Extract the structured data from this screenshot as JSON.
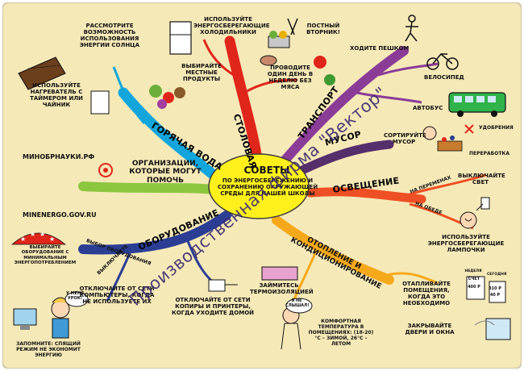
{
  "center": {
    "title": "Советы",
    "subtitle": "по энергосбережению и сохранению окружающей среды для нашей школы"
  },
  "colors": {
    "background": "#f6e9b8",
    "center_fill": "#fff01c",
    "canteen": "#e0261b",
    "hot_water": "#12a6dd",
    "organizations": "#8cc63f",
    "equipment": "#2b3e94",
    "heating": "#f5a91a",
    "lighting": "#ef4f24",
    "garbage": "#552e6c",
    "transport": "#8a3c97"
  },
  "branches": {
    "canteen": "Столовая",
    "hot_water": "Горячая вода",
    "organizations": "Организации, которые могут помочь",
    "equipment": "Оборудование",
    "heating": "Отопление и кондиционирование",
    "lighting": "Освещение",
    "garbage": "Мусор",
    "transport": "Транспорт"
  },
  "tips": {
    "solar": "Рассмотрите возможность использования энергии солнца",
    "fridges": "Используйте энергосберегающие холодильники",
    "local": "Выбирайте местные продукты",
    "fast": "Постный вторник!",
    "meatless": "Проводите один день в неделю без мяса",
    "heaters": "Используйте нагреватель с таймером или чайник",
    "walk": "Ходите пешком",
    "bike": "Велосипед",
    "bus": "Автобус",
    "sort": "Сортируйте мусор",
    "fertilizer": "Удобрения",
    "recycling": "Переработка",
    "breaks": "на переменах",
    "lunch": "на обеде",
    "switch_off": "Выключайте свет",
    "lamps": "Используйте энергосберегающие лампочки",
    "site1": "МИНОБРНАУКИ.РФ",
    "site2": "MINENERGO.GOV.RU",
    "choose_equip": "Выбор оборудования",
    "switch_off_equip": "Выключайте",
    "stars": "Выбирайте оборудование с минимальным энергопотреблением",
    "computers": "Отключайте от сети компьютеры, когда не используете их",
    "printers": "Отключайте от сети копиры и принтеры, когда уходите домой",
    "sleep": "Запомните: спящий режим не экономит энергию",
    "bubble_left": "У меня урок!",
    "bubble_mid": "Я не слышал!",
    "insulation": "Займитесь термоизоляцией",
    "temperature": "Комфортная температура в помещениях: (18-20)°С – зимой, 26°С – летом",
    "heat_rooms": "Отапливайте помещения, когда это необходимо",
    "doors": "Закрывайте двери и окна",
    "invoice": "Счет",
    "invoice_today": "Сегодня",
    "invoice_week": "Неделя",
    "invoice_sum1": "400 р",
    "invoice_sum2": "310 р",
    "invoice_sum3": "40 р"
  },
  "watermark": "Производственная фирма \"Вектор\""
}
